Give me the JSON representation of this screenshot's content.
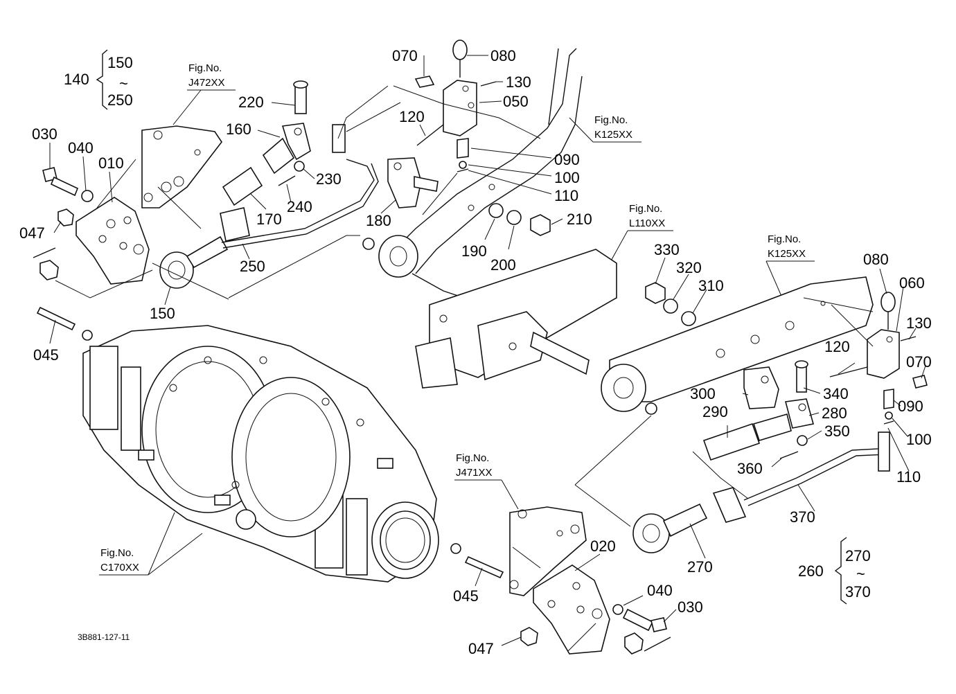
{
  "diagram_code": "3B881-127-11",
  "groups": {
    "left": {
      "id": "140",
      "from": "150",
      "sep": "~",
      "to": "250"
    },
    "right": {
      "id": "260",
      "from": "270",
      "sep": "~",
      "to": "370"
    }
  },
  "fig_refs": {
    "j472": {
      "caption": "Fig.No.",
      "code": "J472XX"
    },
    "k125_top": {
      "caption": "Fig.No.",
      "code": "K125XX"
    },
    "l110": {
      "caption": "Fig.No.",
      "code": "L110XX"
    },
    "k125_right": {
      "caption": "Fig.No.",
      "code": "K125XX"
    },
    "j471": {
      "caption": "Fig.No.",
      "code": "J471XX"
    },
    "c170": {
      "caption": "Fig.No.",
      "code": "C170XX"
    }
  },
  "part_labels": {
    "p030_left": "030",
    "p040_left": "040",
    "p010": "010",
    "p047_left": "047",
    "p045_left": "045",
    "p150": "150",
    "p220": "220",
    "p160": "160",
    "p170": "170",
    "p230": "230",
    "p240": "240",
    "p250": "250",
    "p180": "180",
    "p070_top": "070",
    "p080_top": "080",
    "p130_top": "130",
    "p050": "050",
    "p120_top": "120",
    "p090_top": "090",
    "p100_top": "100",
    "p110_top": "110",
    "p190": "190",
    "p200": "200",
    "p210": "210",
    "p330": "330",
    "p320": "320",
    "p310": "310",
    "p080_right": "080",
    "p060": "060",
    "p130_right": "130",
    "p120_right": "120",
    "p070_right": "070",
    "p090_right": "090",
    "p100_right": "100",
    "p110_right": "110",
    "p300": "300",
    "p340": "340",
    "p280": "280",
    "p290": "290",
    "p350": "350",
    "p360": "360",
    "p370": "370",
    "p270": "270",
    "p020": "020",
    "p040_right": "040",
    "p030_right": "030",
    "p045_right": "045",
    "p047_right": "047"
  }
}
